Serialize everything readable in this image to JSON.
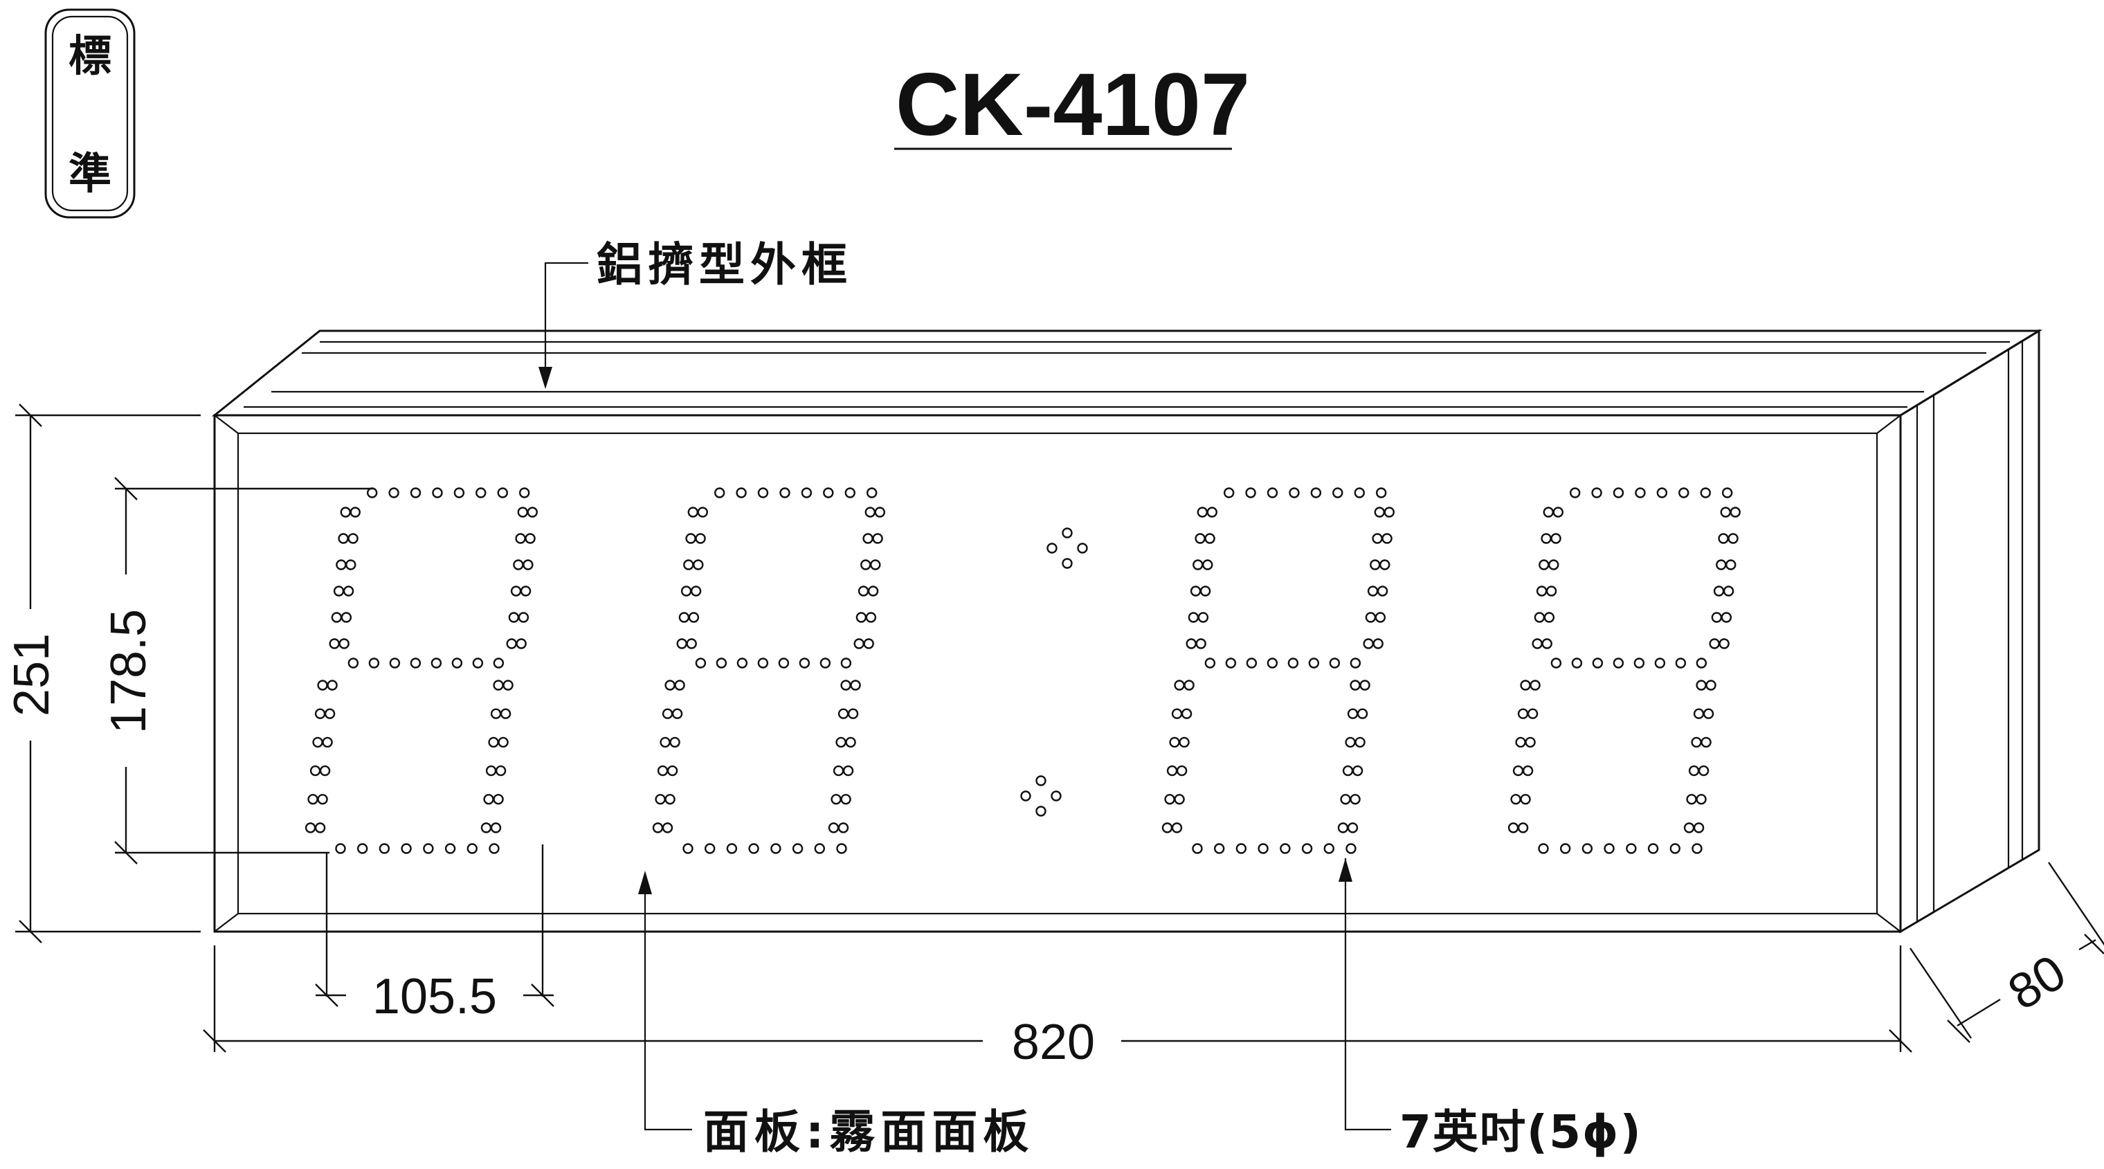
{
  "stamp": {
    "char1": "標",
    "char2": "準"
  },
  "title": "CK-4107",
  "labels": {
    "frame": "鋁擠型外框",
    "panel": "面板:霧面面板",
    "led": "7英吋(5ϕ)"
  },
  "dimensions": {
    "width": "820",
    "height": "251",
    "digit_height": "178.5",
    "digit_width": "105.5",
    "depth": "80"
  },
  "display": {
    "digits": [
      "8",
      "8",
      "8",
      "8"
    ],
    "separator": ":"
  }
}
